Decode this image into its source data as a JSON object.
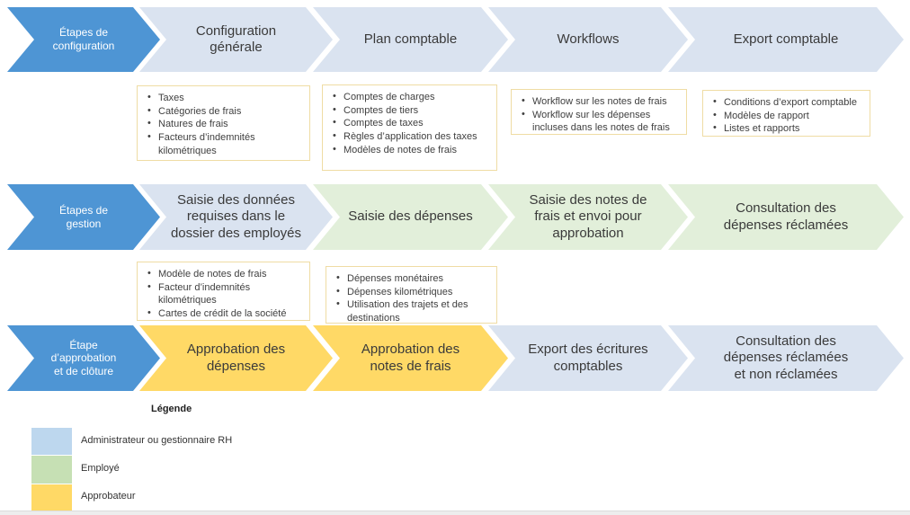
{
  "colors": {
    "step-blue": "#4E95D4",
    "step-lightblue": "#DAE3F0",
    "step-green": "#E2EFDA",
    "step-yellow": "#FFD966",
    "box-border": "#EFDCA4",
    "legend-blue": "#BDD7EE",
    "legend-green": "#C6E0B4",
    "legend-yellow": "#FFD966",
    "step-title-text": "#3A3A3A"
  },
  "rows": [
    {
      "stage": "Étapes de\nconfiguration",
      "steps": [
        {
          "title": "Configuration\ngénérale",
          "bullets": [
            "Taxes",
            "Catégories de frais",
            "Natures de frais",
            "Facteurs d’indemnités kilométriques"
          ]
        },
        {
          "title": "Plan comptable",
          "bullets": [
            "Comptes de charges",
            "Comptes de tiers",
            "Comptes de taxes",
            "Règles d’application des taxes",
            "Modèles de notes de frais"
          ]
        },
        {
          "title": "Workflows",
          "bullets": [
            "Workflow sur les notes de frais",
            "Workflow sur les dépenses incluses dans les notes de frais"
          ]
        },
        {
          "title": "Export comptable",
          "bullets": [
            "Conditions d’export comptable",
            "Modèles de rapport",
            "Listes et rapports"
          ]
        }
      ]
    },
    {
      "stage": "Étapes de\ngestion",
      "steps": [
        {
          "title": "Saisie des données\nrequises dans le\ndossier des employés",
          "bullets": [
            "Modèle de notes de frais",
            "Facteur d’indemnités kilométriques",
            "Cartes de crédit de la société"
          ]
        },
        {
          "title": "Saisie des dépenses",
          "bullets": [
            "Dépenses monétaires",
            "Dépenses kilométriques",
            "Utilisation des trajets et des destinations"
          ]
        },
        {
          "title": "Saisie des notes de\nfrais et envoi pour\napprobation",
          "bullets": []
        },
        {
          "title": "Consultation des\ndépenses réclamées",
          "bullets": []
        }
      ]
    },
    {
      "stage": "Étape\nd’approbation\net de clôture",
      "steps": [
        {
          "title": "Approbation des\ndépenses",
          "bullets": []
        },
        {
          "title": "Approbation des\nnotes de frais",
          "bullets": []
        },
        {
          "title": "Export des écritures\ncomptables",
          "bullets": []
        },
        {
          "title": "Consultation des\ndépenses réclamées\net non réclamées",
          "bullets": []
        }
      ]
    }
  ],
  "legend": {
    "title": "Légende",
    "items": [
      {
        "label": "Administrateur ou gestionnaire RH"
      },
      {
        "label": "Employé"
      },
      {
        "label": "Approbateur"
      }
    ]
  }
}
